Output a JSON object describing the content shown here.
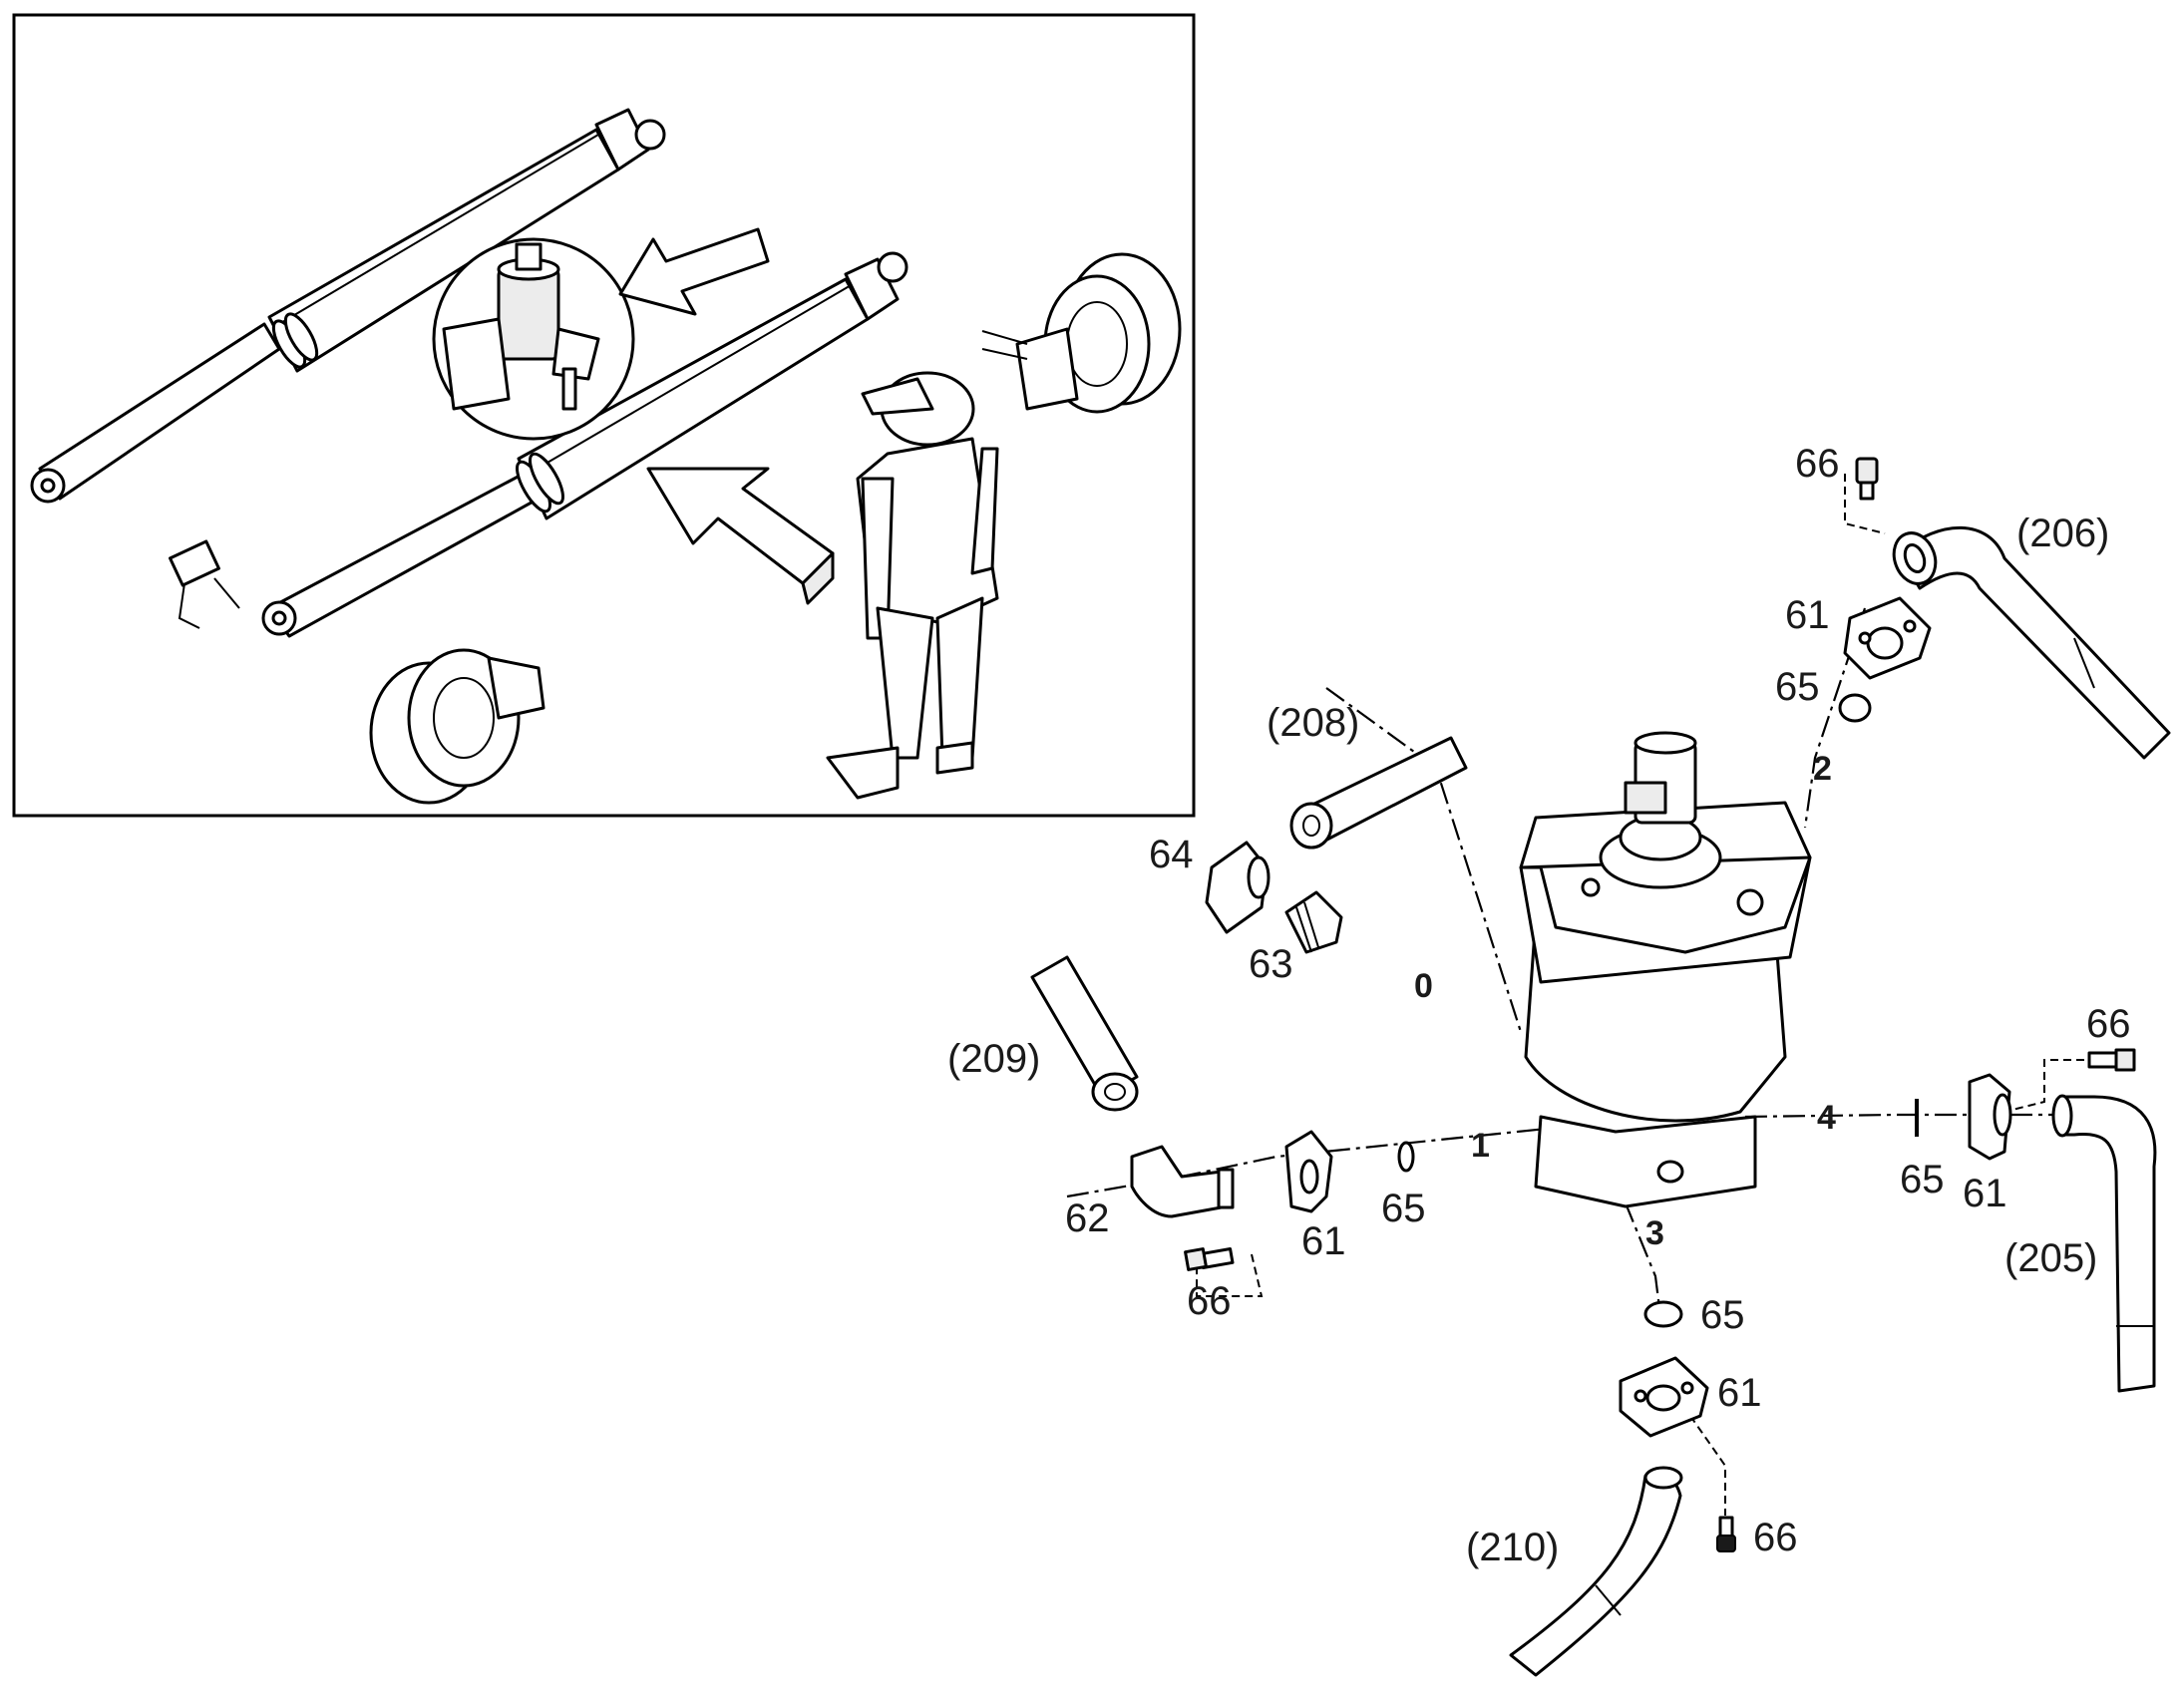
{
  "labels": {
    "hose_206": "(206)",
    "hose_208": "(208)",
    "hose_209": "(209)",
    "hose_205": "(205)",
    "hose_210": "(210)",
    "screw_top": "66",
    "flange_top": "61",
    "oring_top": "65",
    "path_2": "2",
    "fitting_64": "64",
    "fitting_63": "63",
    "path_0": "0",
    "elbow_62": "62",
    "flange_left": "61",
    "oring_left": "65",
    "path_1": "1",
    "screw_left": "66",
    "path_4": "4",
    "oring_right": "65",
    "flange_right": "61",
    "screw_right": "66",
    "path_3": "3",
    "oring_bottom": "65",
    "flange_bottom": "61",
    "screw_bottom": "66"
  }
}
